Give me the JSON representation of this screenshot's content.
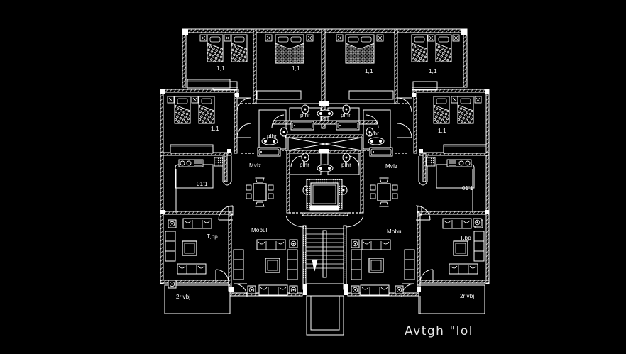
{
  "drawing": {
    "title": "Avtgh \"lol",
    "type": "architectural floor plan (CAD, mirrored apartment layout)",
    "background_color": "#000000",
    "line_color": "#ffffff",
    "hatch_color": "#cfcfcf"
  },
  "labels": {
    "bedroom_top_left": "1,1",
    "bedroom_top_center_left": "1,1",
    "bedroom_top_center_right": "1,1",
    "bedroom_top_right": "1,1",
    "bedroom_mid_left": "1,1",
    "bedroom_mid_right": "1,1",
    "wc_upper_left": "plhr",
    "wc_upper_right": "plhr",
    "wc_side_left": "plhr",
    "wc_side_right": "plhr",
    "wc_lower_left": "plhr",
    "wc_lower_right": "plhr",
    "dining_left": "Mvlz",
    "dining_right": "Mvlz",
    "kitchen_left": "01'1",
    "kitchen_right": "01'1",
    "living_left": "Mobul",
    "living_right": "Mobul",
    "sitting_left": "T,bp",
    "sitting_right": "T,bp",
    "balcony_left": "2rlvbj",
    "balcony_right": "2rlvbj"
  },
  "legend": {
    "stair_arrow": "down-arrow",
    "elevator": "lift-shaft",
    "shaft": "service-duct (X)"
  }
}
